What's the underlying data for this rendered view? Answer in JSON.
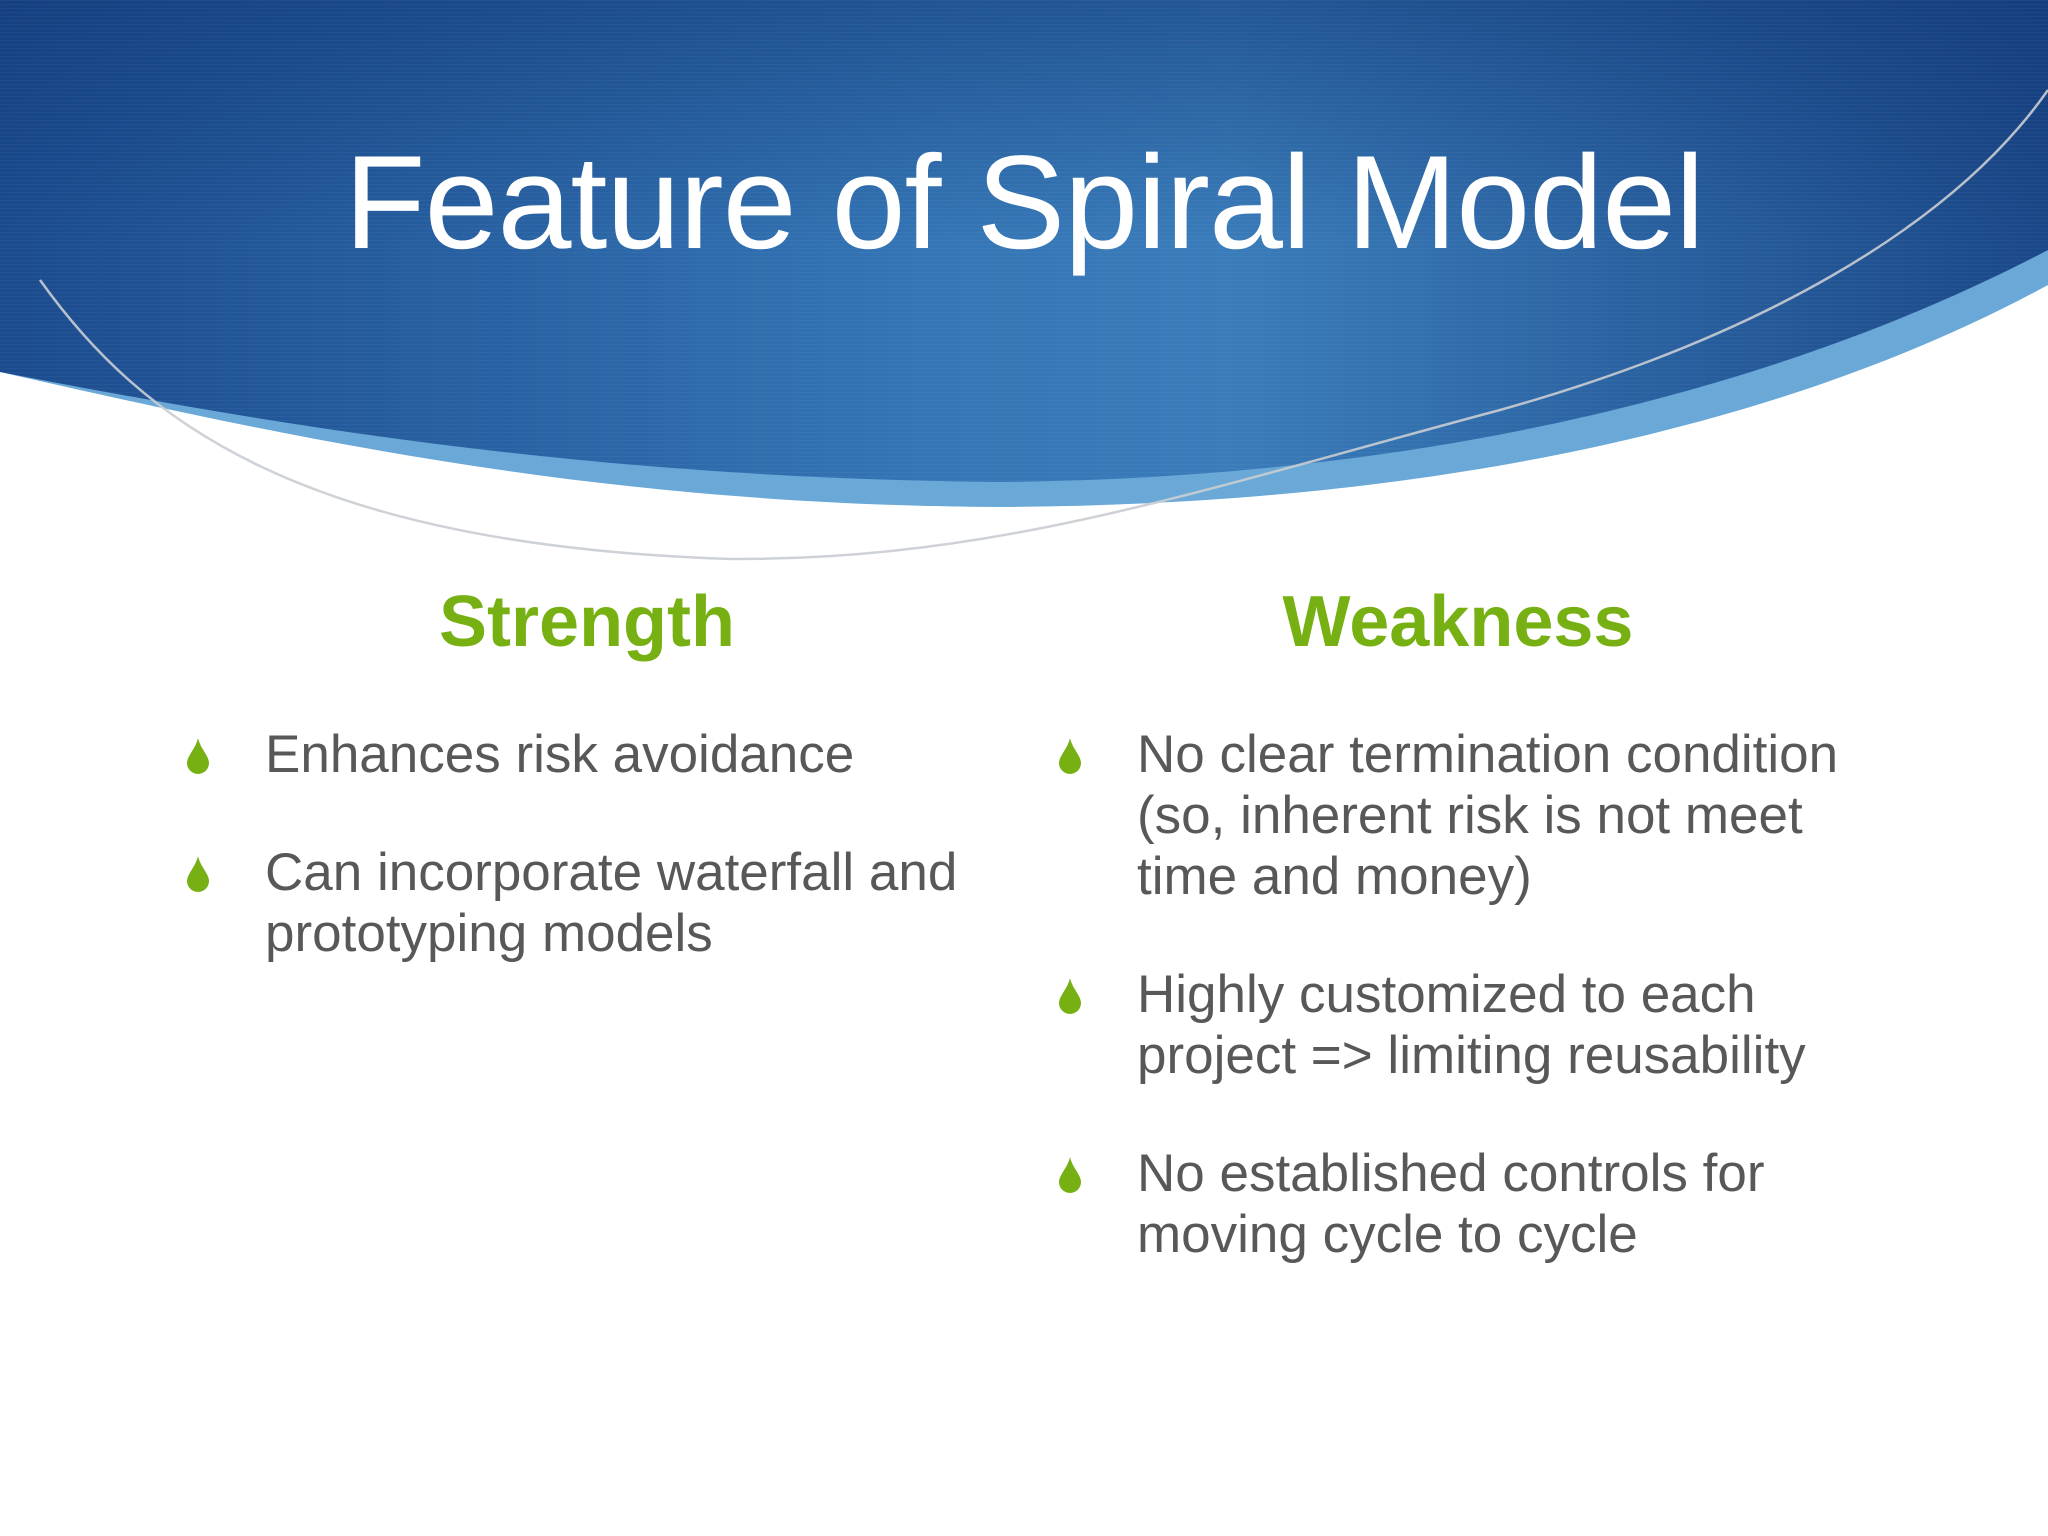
{
  "slide": {
    "title": "Feature of Spiral Model",
    "colors": {
      "header_dark": "#1c4a8c",
      "header_mid": "#3a7bbd",
      "header_band": "#6aa8d8",
      "heading_green": "#76b012",
      "bullet_green": "#76b012",
      "body_text": "#58585a"
    }
  },
  "strength": {
    "heading": "Strength",
    "items": [
      {
        "text": "Enhances risk avoidance"
      },
      {
        "text": "Can incorporate waterfall and prototyping models"
      }
    ]
  },
  "weakness": {
    "heading": "Weakness",
    "items": [
      {
        "text": "No clear termination condition (so, inherent risk is not meet time and money)"
      },
      {
        "text": "Highly customized to each project => limiting reusability"
      },
      {
        "text": "No established controls for moving cycle to cycle"
      }
    ]
  },
  "icons": {
    "bullet": "green-droplet-icon"
  }
}
